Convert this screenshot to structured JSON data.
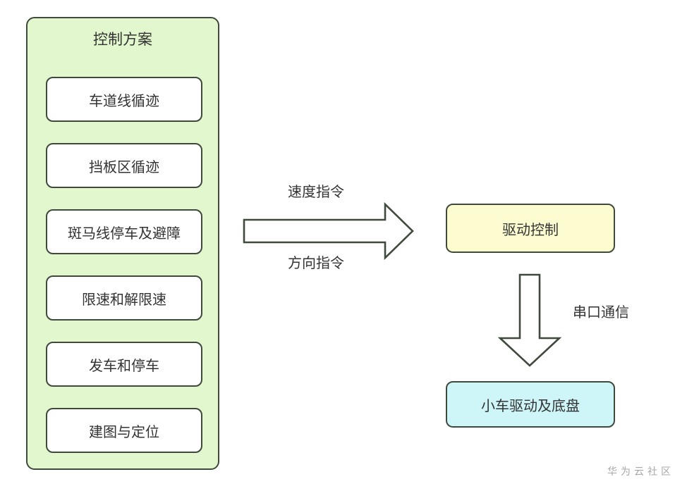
{
  "diagram": {
    "control_panel": {
      "title": "控制方案",
      "items": [
        {
          "label": "车道线循迹"
        },
        {
          "label": "挡板区循迹"
        },
        {
          "label": "斑马线停车及避障"
        },
        {
          "label": "限速和解限速"
        },
        {
          "label": "发车和停车"
        },
        {
          "label": "建图与定位"
        }
      ],
      "fill_color": "#e2f7ce",
      "item_fill_color": "#ffffff",
      "border_color": "#3f4a3c"
    },
    "nodes": [
      {
        "id": "drive-control",
        "label": "驱动控制",
        "fill_color": "#fdfcd0"
      },
      {
        "id": "car-chassis",
        "label": "小车驱动及底盘",
        "fill_color": "#cef5f7"
      }
    ],
    "edges": [
      {
        "id": "control-to-drive",
        "direction": "right",
        "label_top": "速度指令",
        "label_bottom": "方向指令"
      },
      {
        "id": "drive-to-chassis",
        "direction": "down",
        "label_side": "串口通信"
      }
    ],
    "watermark": "华为云社区"
  }
}
